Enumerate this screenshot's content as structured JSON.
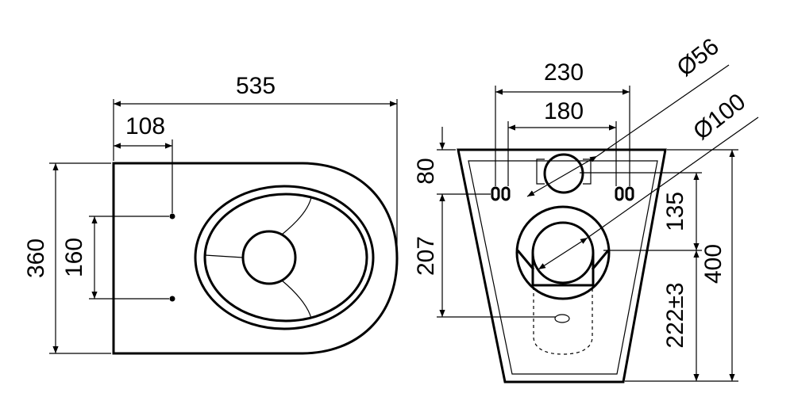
{
  "dimensions": {
    "top_length": "535",
    "top_front_offset": "108",
    "top_width": "360",
    "top_bolt_spacing": "160",
    "back_outer_width": "230",
    "back_inner_width": "180",
    "back_pipe_diameter": "Ø56",
    "back_outlet_diameter": "Ø100",
    "back_top_offset": "80",
    "back_bolt_to_outlet": "207",
    "back_outlet_offset": "135",
    "back_height": "400",
    "back_outlet_height": "222±3"
  },
  "colors": {
    "line": "#000000",
    "background": "#ffffff"
  }
}
